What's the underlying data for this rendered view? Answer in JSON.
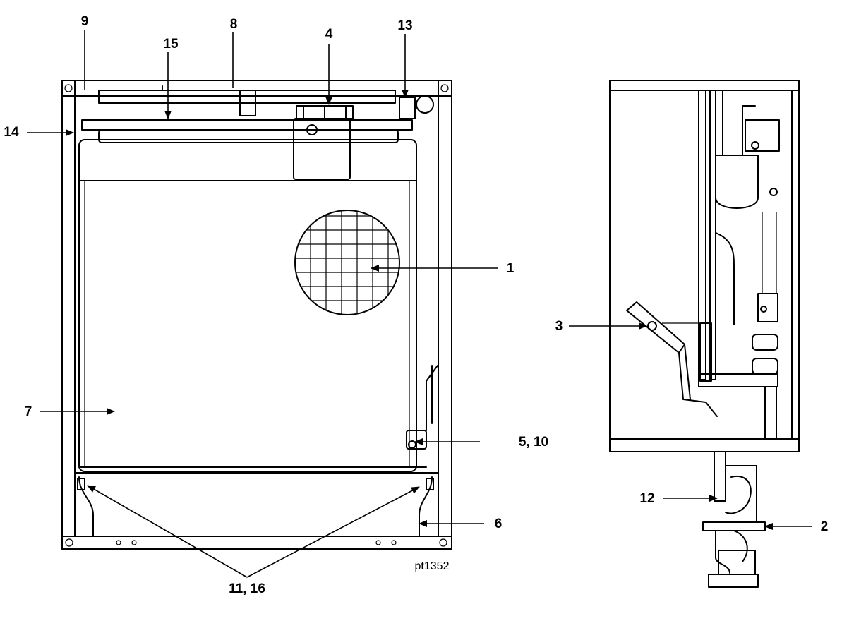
{
  "callouts": {
    "c1": "1",
    "c2": "2",
    "c3": "3",
    "c4": "4",
    "c5_10": "5, 10",
    "c6": "6",
    "c7": "7",
    "c8": "8",
    "c9": "9",
    "c11_16": "11, 16",
    "c12": "12",
    "c13": "13",
    "c14": "14",
    "c15": "15"
  },
  "figure_ref": "pt1352"
}
